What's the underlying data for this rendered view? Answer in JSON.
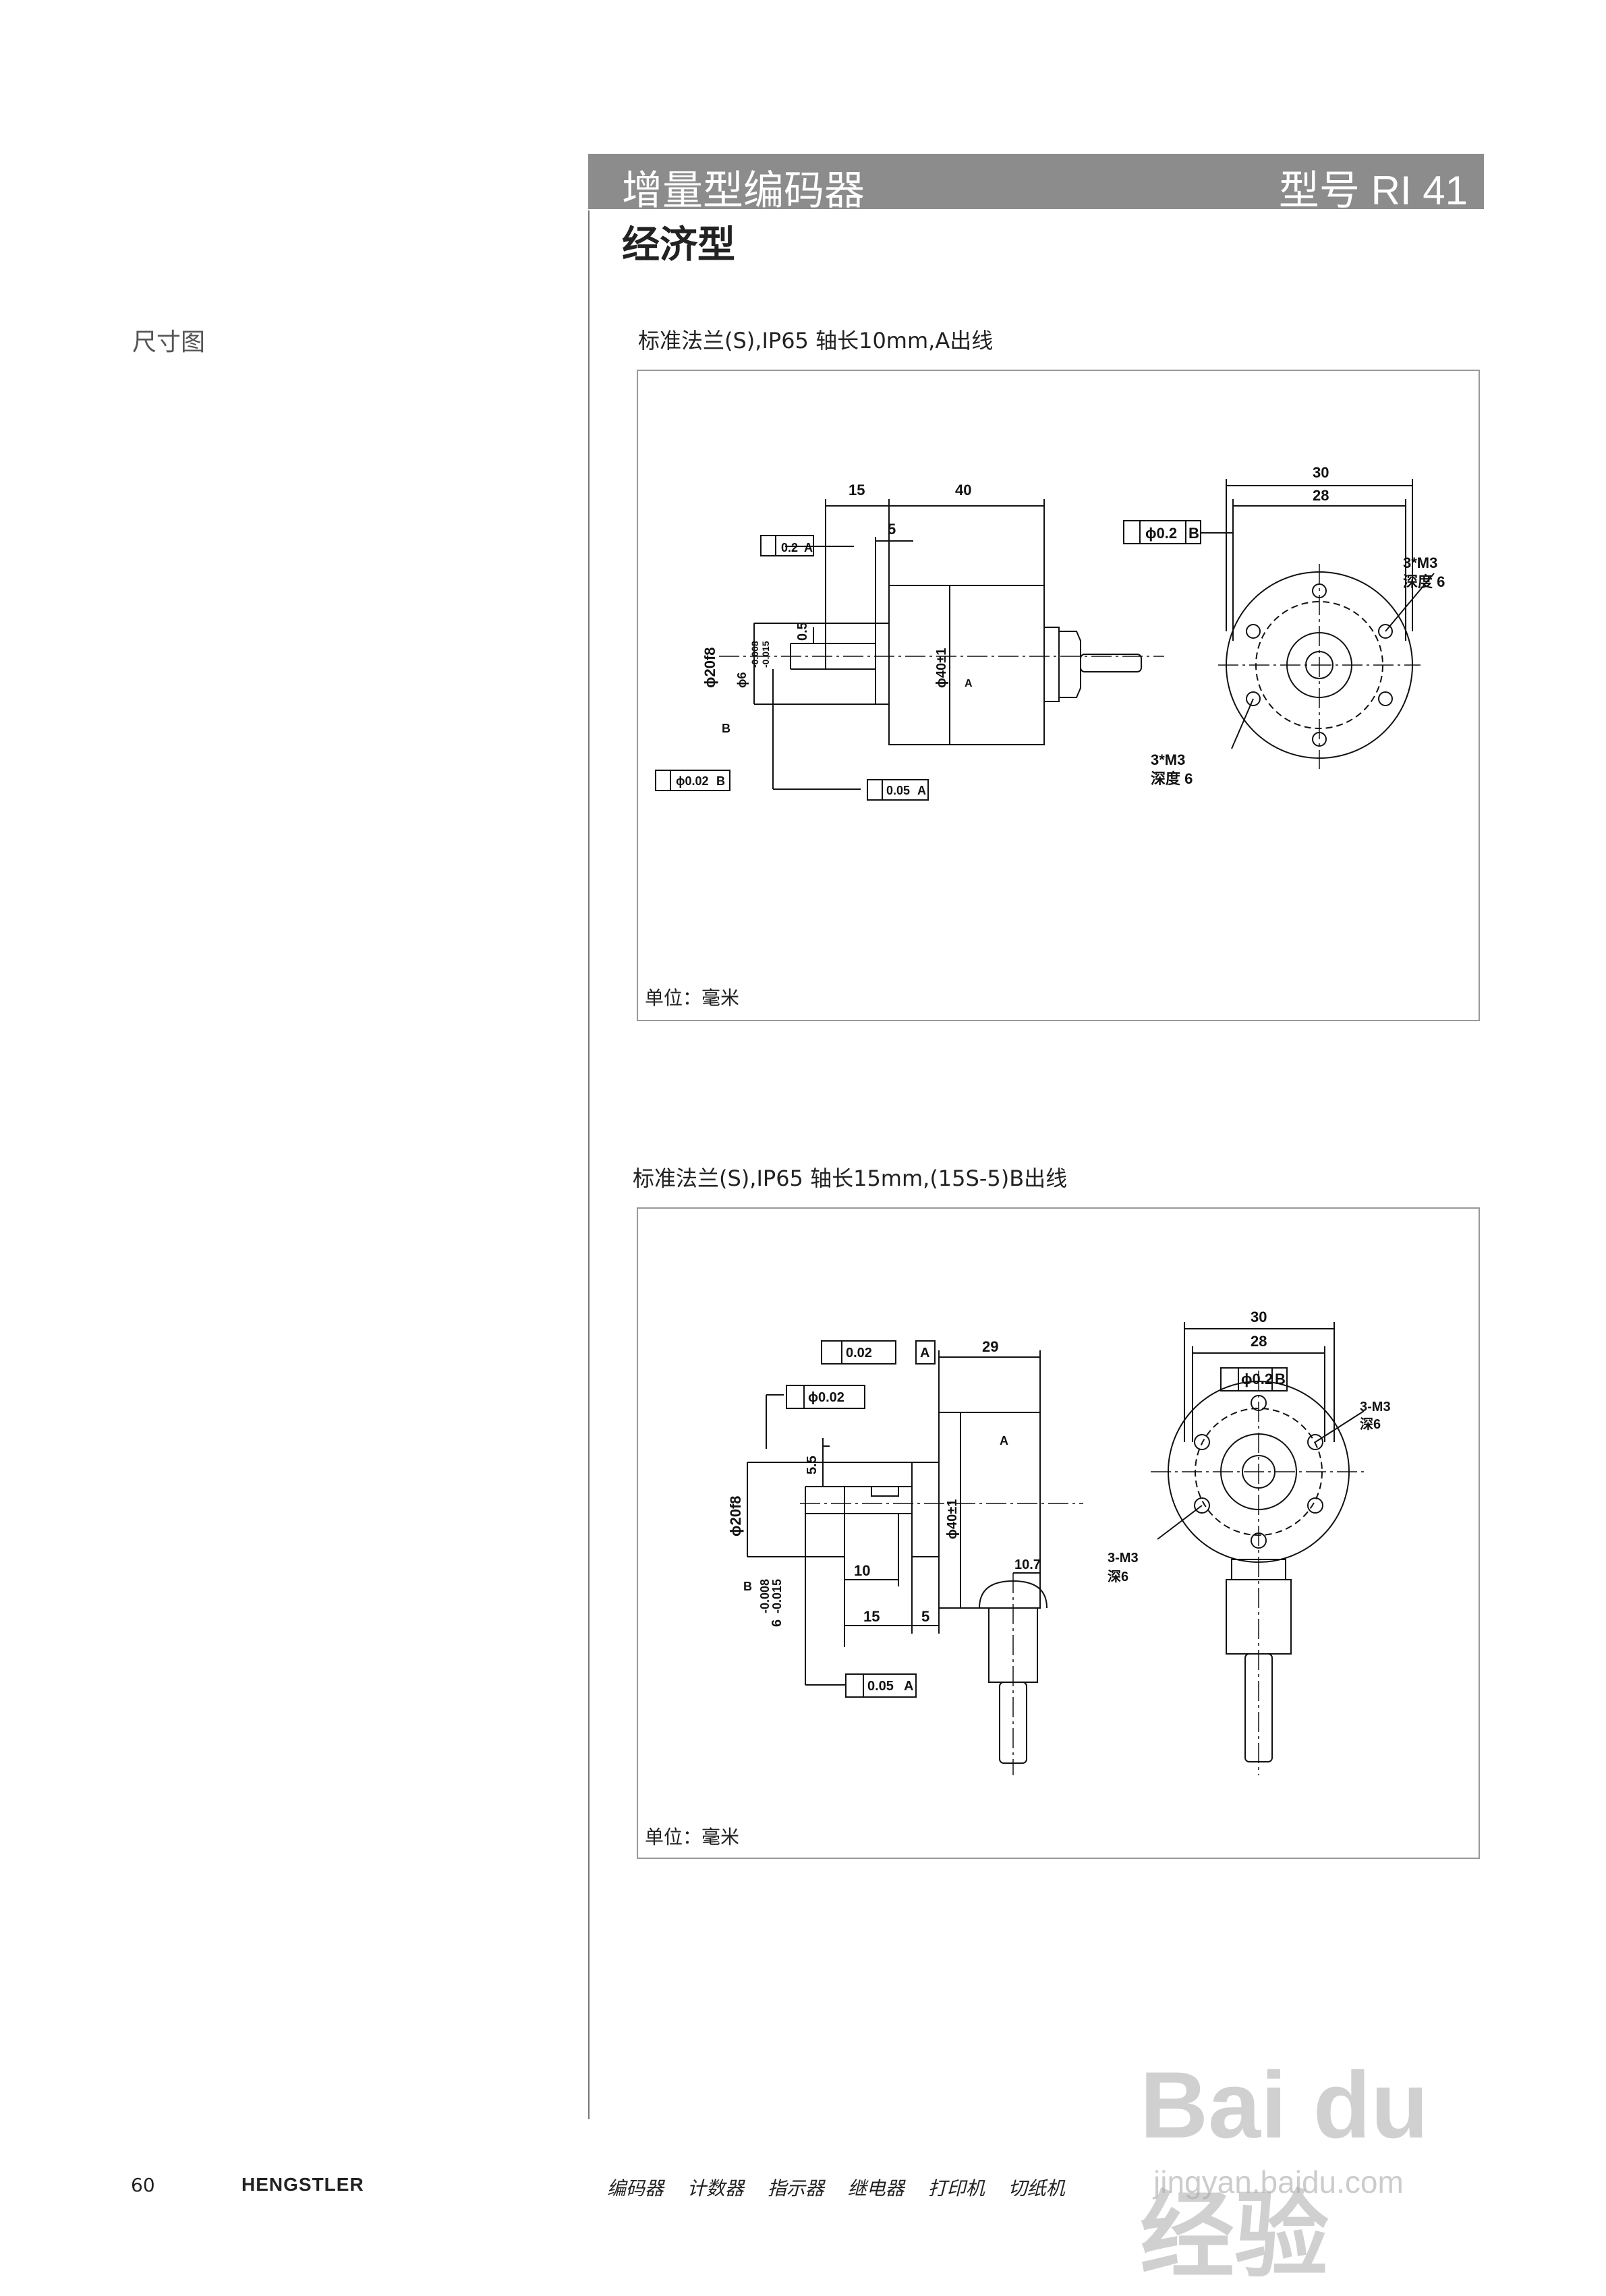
{
  "sidebar": {
    "label": "尺寸图"
  },
  "header": {
    "title": "增量型编码器",
    "model": "型号 RI 41",
    "subtitle": "经济型"
  },
  "drawing1": {
    "caption": "标准法兰(S),IP65 轴长10mm,A出线",
    "unit": "单位：毫米",
    "labels": {
      "d15": "15",
      "d40": "40",
      "d5": "5",
      "d05": "0.5",
      "runout1": "0.2",
      "datumA": "A",
      "d20f8": "ϕ20f8",
      "d6": "ϕ6",
      "tol1": "-0.008",
      "tol2": "-0.015",
      "datumB": "B",
      "coax": "ϕ0.02",
      "runout2": "0.05",
      "body": "ϕ40±1",
      "d30": "30",
      "d28": "28",
      "pos": "ϕ0.2",
      "m3a": "3*M3",
      "depth_a": "深度 6",
      "m3b": "3*M3",
      "depth_b": "深度 6"
    }
  },
  "drawing2": {
    "caption": "标准法兰(S),IP65 轴长15mm,(15S-5)B出线",
    "unit": "单位：毫米",
    "labels": {
      "runout1": "0.02",
      "datumA": "A",
      "d29": "29",
      "coax": "ϕ0.02",
      "d55": "5.5",
      "d20f8": "ϕ20f8",
      "datumB": "B",
      "d6": "6",
      "tol1": "-0.008",
      "tol2": "-0.015",
      "d10": "10",
      "d15": "15",
      "d5": "5",
      "body": "ϕ40±1",
      "d107": "10.7",
      "runout2": "0.05",
      "d30": "30",
      "d28": "28",
      "pos": "ϕ0.2",
      "m3a": "3-M3",
      "depth_a": "深6",
      "m3b": "3-M3",
      "depth_b": "深6"
    }
  },
  "footer": {
    "page": "60",
    "brand": "HENGSTLER",
    "categories": [
      "编码器",
      "计数器",
      "指示器",
      "继电器",
      "打印机",
      "切纸机"
    ]
  },
  "watermark": {
    "logo": "Bai du 经验",
    "url": "jingyan.baidu.com"
  }
}
